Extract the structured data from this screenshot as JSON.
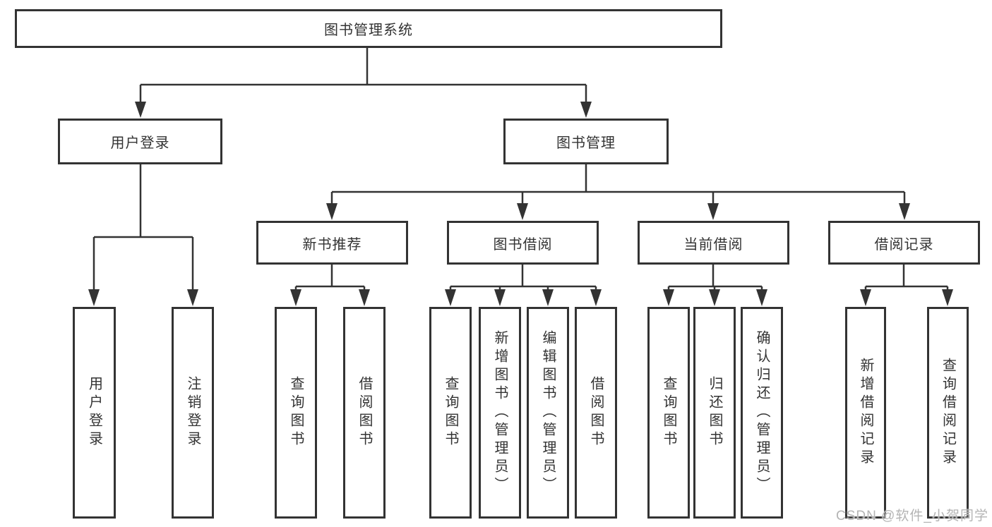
{
  "diagram": {
    "root": {
      "label": "图书管理系统"
    },
    "branches": [
      {
        "label": "用户登录",
        "children": [
          {
            "label": "用户登录"
          },
          {
            "label": "注销登录"
          }
        ]
      },
      {
        "label": "图书管理",
        "sections": [
          {
            "label": "新书推荐",
            "children": [
              {
                "label": "查询图书"
              },
              {
                "label": "借阅图书"
              }
            ]
          },
          {
            "label": "图书借阅",
            "children": [
              {
                "label": "查询图书"
              },
              {
                "label": "新增图书（管理员）"
              },
              {
                "label": "编辑图书（管理员）"
              },
              {
                "label": "借阅图书"
              }
            ]
          },
          {
            "label": "当前借阅",
            "children": [
              {
                "label": "查询图书"
              },
              {
                "label": "归还图书"
              },
              {
                "label": "确认归还（管理员）"
              }
            ]
          },
          {
            "label": "借阅记录",
            "children": [
              {
                "label": "新增借阅记录"
              },
              {
                "label": "查询借阅记录"
              }
            ]
          }
        ]
      }
    ]
  },
  "watermark": {
    "text": "CSDN @软件_小贺同学",
    "color": "#b4b4b4"
  },
  "colors": {
    "line": "#333333",
    "text": "#333333",
    "background": "#ffffff"
  }
}
